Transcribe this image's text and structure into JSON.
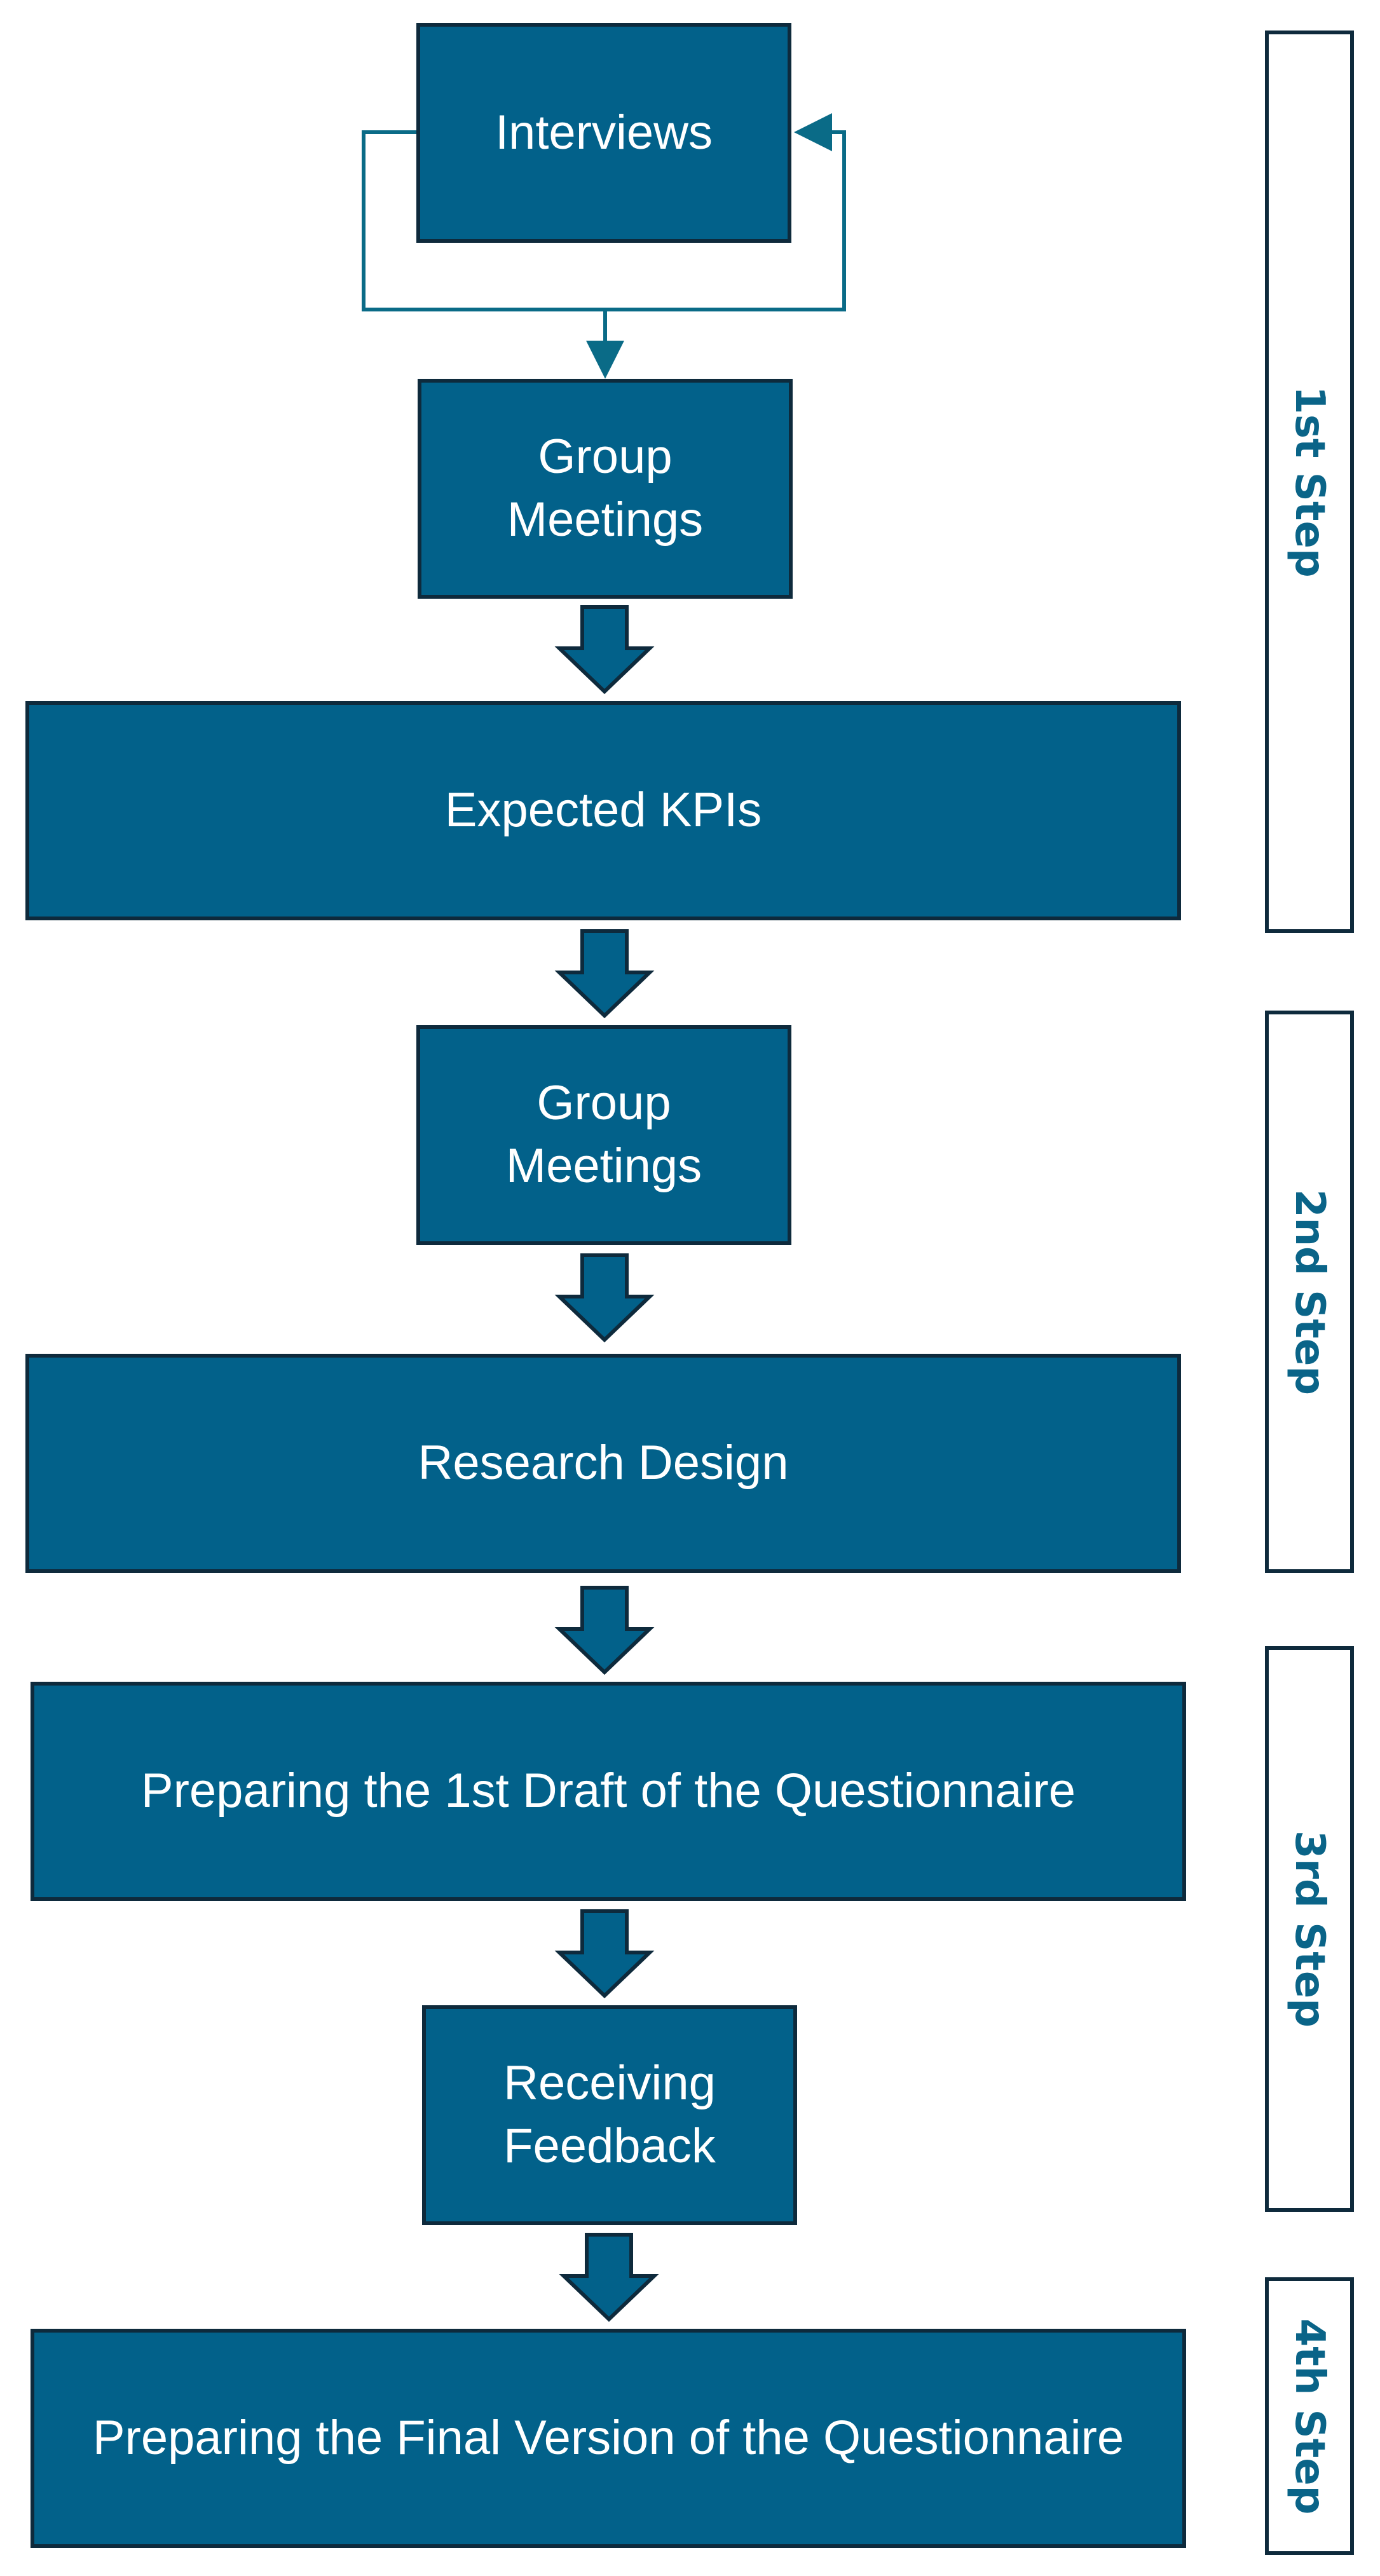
{
  "colors": {
    "box_fill": "#02618a",
    "border": "#0e2a3c",
    "connector": "#0a6b87",
    "step_text": "#0a6488",
    "box_text": "#ffffff"
  },
  "boxes": {
    "interviews": "Interviews",
    "group_meetings_1": "Group\nMeetings",
    "expected_kpis": "Expected KPIs",
    "group_meetings_2": "Group\nMeetings",
    "research_design": "Research Design",
    "first_draft": "Preparing the 1st Draft of the Questionnaire",
    "receiving_feedback": "Receiving\nFeedback",
    "final_version": "Preparing the Final Version of the Questionnaire"
  },
  "steps": {
    "step1": "1st Step",
    "step2": "2nd Step",
    "step3": "3rd Step",
    "step4": "4th Step"
  }
}
